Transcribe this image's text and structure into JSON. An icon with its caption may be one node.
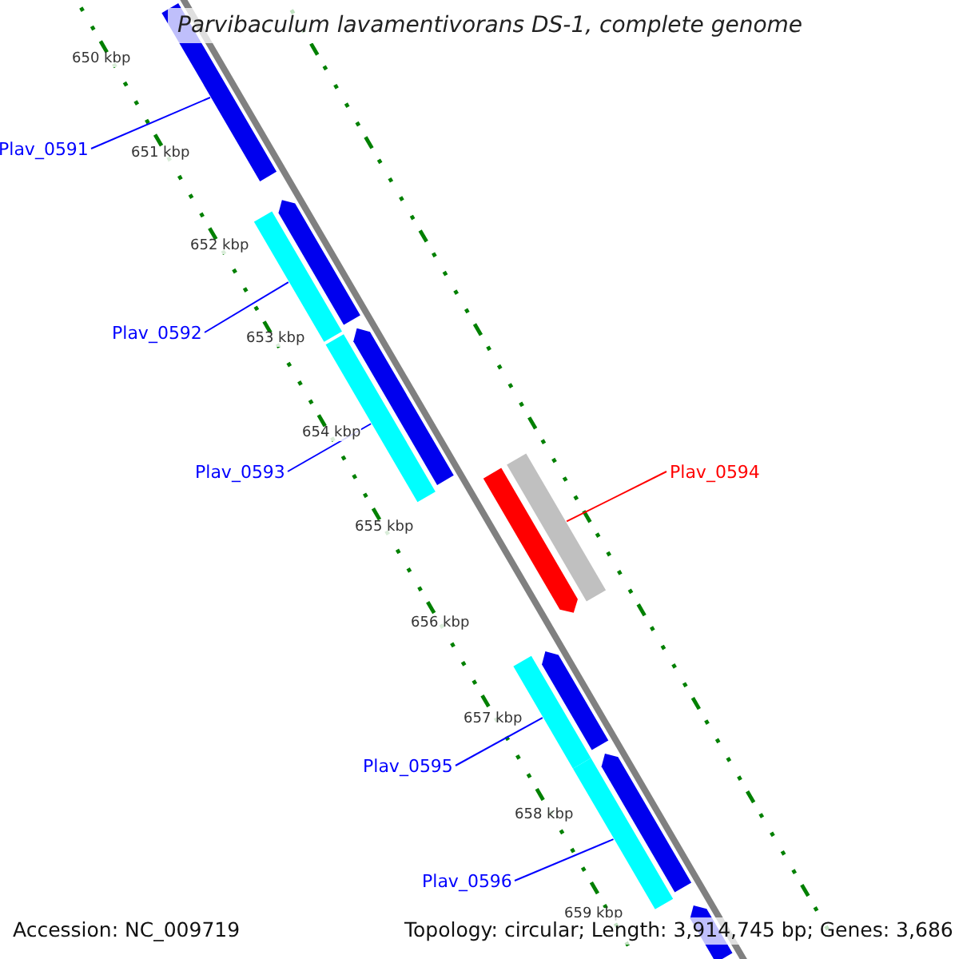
{
  "diagram": {
    "title": "Parvibaculum lavamentivorans DS-1, complete genome",
    "nodes": [
      {
        "text": [],
        "shape": "arrow"
      },
      {
        "text": [
          "Plav_0591"
        ]
      },
      {
        "text": [],
        "shape": "arrow"
      },
      {
        "text": [],
        "shape": "bar"
      },
      {
        "text": [
          "Plav_0592"
        ]
      },
      {
        "text": [],
        "shape": "arrow"
      },
      {
        "text": [],
        "shape": "bar"
      },
      {
        "text": [
          "Plav_0593"
        ]
      },
      {
        "text": [],
        "shape": "arrow"
      },
      {
        "text": [],
        "shape": "bar"
      },
      {
        "text": [
          "Plav_0594"
        ]
      },
      {
        "text": [],
        "shape": "arrow"
      },
      {
        "text": [],
        "shape": "bar"
      },
      {
        "text": [
          "Plav_0595"
        ]
      },
      {
        "text": [],
        "shape": "arrow"
      },
      {
        "text": [],
        "shape": "bar"
      },
      {
        "text": [
          "Plav_0596"
        ]
      },
      {
        "text": [],
        "shape": "arrow"
      }
    ],
    "edges": [
      {
        "from": 1,
        "to": 0,
        "arrow": "none"
      },
      {
        "from": 4,
        "to": 3,
        "arrow": "none"
      },
      {
        "from": 7,
        "to": 6,
        "arrow": "none"
      },
      {
        "from": 10,
        "to": 9,
        "arrow": "none",
        "color": "#ff0000"
      },
      {
        "from": 13,
        "to": 12,
        "arrow": "none"
      },
      {
        "from": 16,
        "to": 15,
        "arrow": "none"
      }
    ],
    "labels": [
      "650 kbp",
      "651 kbp",
      "652 kbp",
      "653 kbp",
      "654 kbp",
      "655 kbp",
      "656 kbp",
      "657 kbp",
      "658 kbp",
      "659 kbp",
      "Accession: NC_009719",
      "Topology: circular; Length: 3,914,745 bp; Genes: 3,686"
    ]
  }
}
